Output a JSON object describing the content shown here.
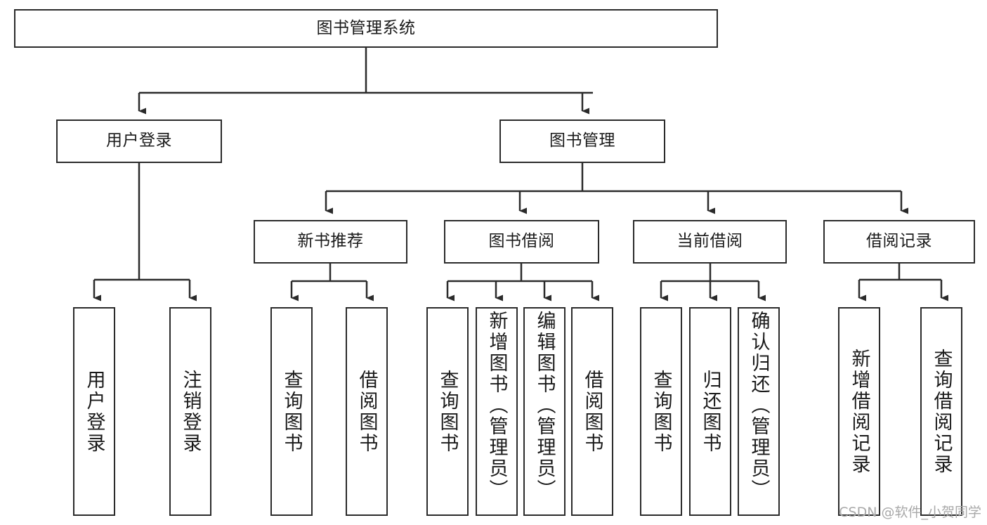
{
  "diagram": {
    "title": "图书管理系统",
    "type": "tree-hierarchy-chart",
    "watermark": "CSDN @软件_小贺同学",
    "colors": {
      "border": "#2b2b2b",
      "background": "#ffffff",
      "text": "#1a1a1a",
      "watermark": "#a9a9a9"
    }
  },
  "nodes": {
    "root": {
      "label": "图书管理系统"
    },
    "level2": [
      {
        "label": "用户登录"
      },
      {
        "label": "图书管理"
      }
    ],
    "level3": [
      {
        "label": "新书推荐"
      },
      {
        "label": "图书借阅"
      },
      {
        "label": "当前借阅"
      },
      {
        "label": "借阅记录"
      }
    ],
    "leaves": {
      "user_login": [
        {
          "label": "用户登录"
        },
        {
          "label": "注销登录"
        }
      ],
      "new_book_recommend": [
        {
          "label": "查询图书"
        },
        {
          "label": "借阅图书"
        }
      ],
      "book_borrow": [
        {
          "label": "查询图书"
        },
        {
          "label": "新增图书（管理员）"
        },
        {
          "label": "编辑图书（管理员）"
        },
        {
          "label": "借阅图书"
        }
      ],
      "current_borrow": [
        {
          "label": "查询图书"
        },
        {
          "label": "归还图书"
        },
        {
          "label": "确认归还（管理员）"
        }
      ],
      "borrow_record": [
        {
          "label": "新增借阅记录"
        },
        {
          "label": "查询借阅记录"
        }
      ]
    }
  }
}
